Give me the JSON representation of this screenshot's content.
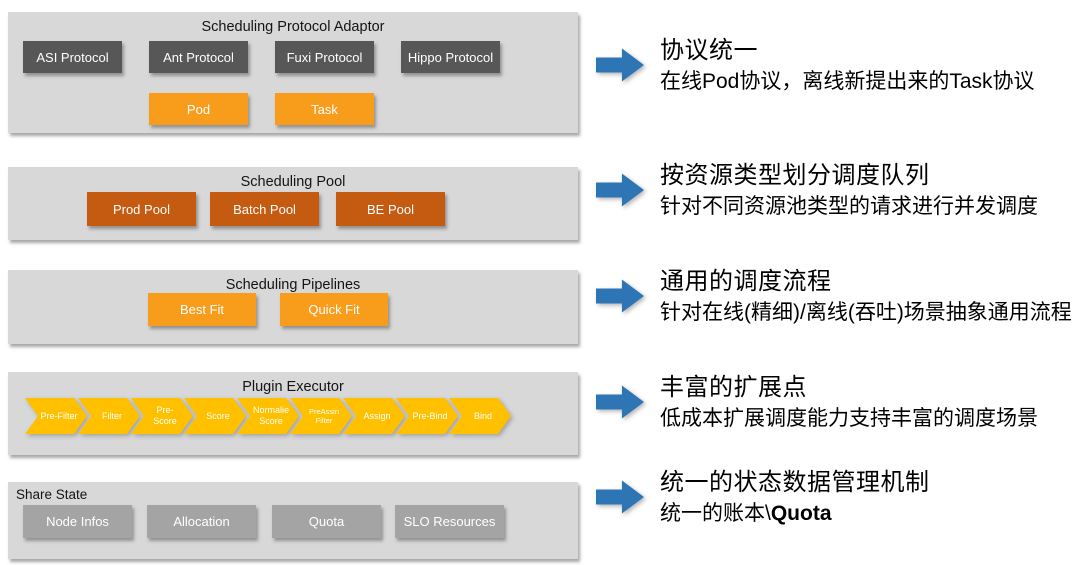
{
  "palette": {
    "panel_bg": "#D8D8D8",
    "dark_box": "#575757",
    "orange_box": "#F89C1C",
    "rust_box": "#C55A11",
    "chevron_gold": "#FFC000",
    "gray_box": "#A4A4A4",
    "arrow_blue": "#2E75B6"
  },
  "panels": [
    {
      "title": "Scheduling Protocol Adaptor",
      "protocol_boxes": [
        "ASI Protocol",
        "Ant Protocol",
        "Fuxi Protocol",
        "Hippo Protocol"
      ],
      "entity_boxes": [
        "Pod",
        "Task"
      ]
    },
    {
      "title": "Scheduling Pool",
      "boxes": [
        "Prod Pool",
        "Batch Pool",
        "BE Pool"
      ]
    },
    {
      "title": "Scheduling Pipelines",
      "boxes": [
        "Best Fit",
        "Quick Fit"
      ]
    },
    {
      "title": "Plugin Executor",
      "stages": [
        {
          "label": "Pre-Filter",
          "l1": "Pre-Filter",
          "l2": ""
        },
        {
          "label": "Filter",
          "l1": "Filter",
          "l2": ""
        },
        {
          "label": "Pre-Score",
          "l1": "Pre-",
          "l2": "Score"
        },
        {
          "label": "Score",
          "l1": "Score",
          "l2": ""
        },
        {
          "label": "Normalie Score",
          "l1": "Normalie",
          "l2": "Score"
        },
        {
          "label": "PreAssin Filter",
          "l1": "PreAssin",
          "l2": "Filter"
        },
        {
          "label": "Assign",
          "l1": "Assign",
          "l2": ""
        },
        {
          "label": "Pre-Bind",
          "l1": "Pre-Bind",
          "l2": ""
        },
        {
          "label": "Bind",
          "l1": "Bind",
          "l2": ""
        }
      ]
    },
    {
      "title": "Share State",
      "boxes": [
        "Node Infos",
        "Allocation",
        "Quota",
        "SLO Resources"
      ]
    }
  ],
  "annotations": [
    {
      "title": "协议统一",
      "subtitle": "在线Pod协议，离线新提出来的Task协议"
    },
    {
      "title": "按资源类型划分调度队列",
      "subtitle": "针对不同资源池类型的请求进行并发调度"
    },
    {
      "title": "通用的调度流程",
      "subtitle": "针对在线(精细)/离线(吞吐)场景抽象通用流程"
    },
    {
      "title": "丰富的扩展点",
      "subtitle": "低成本扩展调度能力支持丰富的调度场景"
    },
    {
      "title": "统一的状态数据管理机制",
      "subtitle_prefix": "统一的账本\\",
      "subtitle_bold": "Quota"
    }
  ]
}
